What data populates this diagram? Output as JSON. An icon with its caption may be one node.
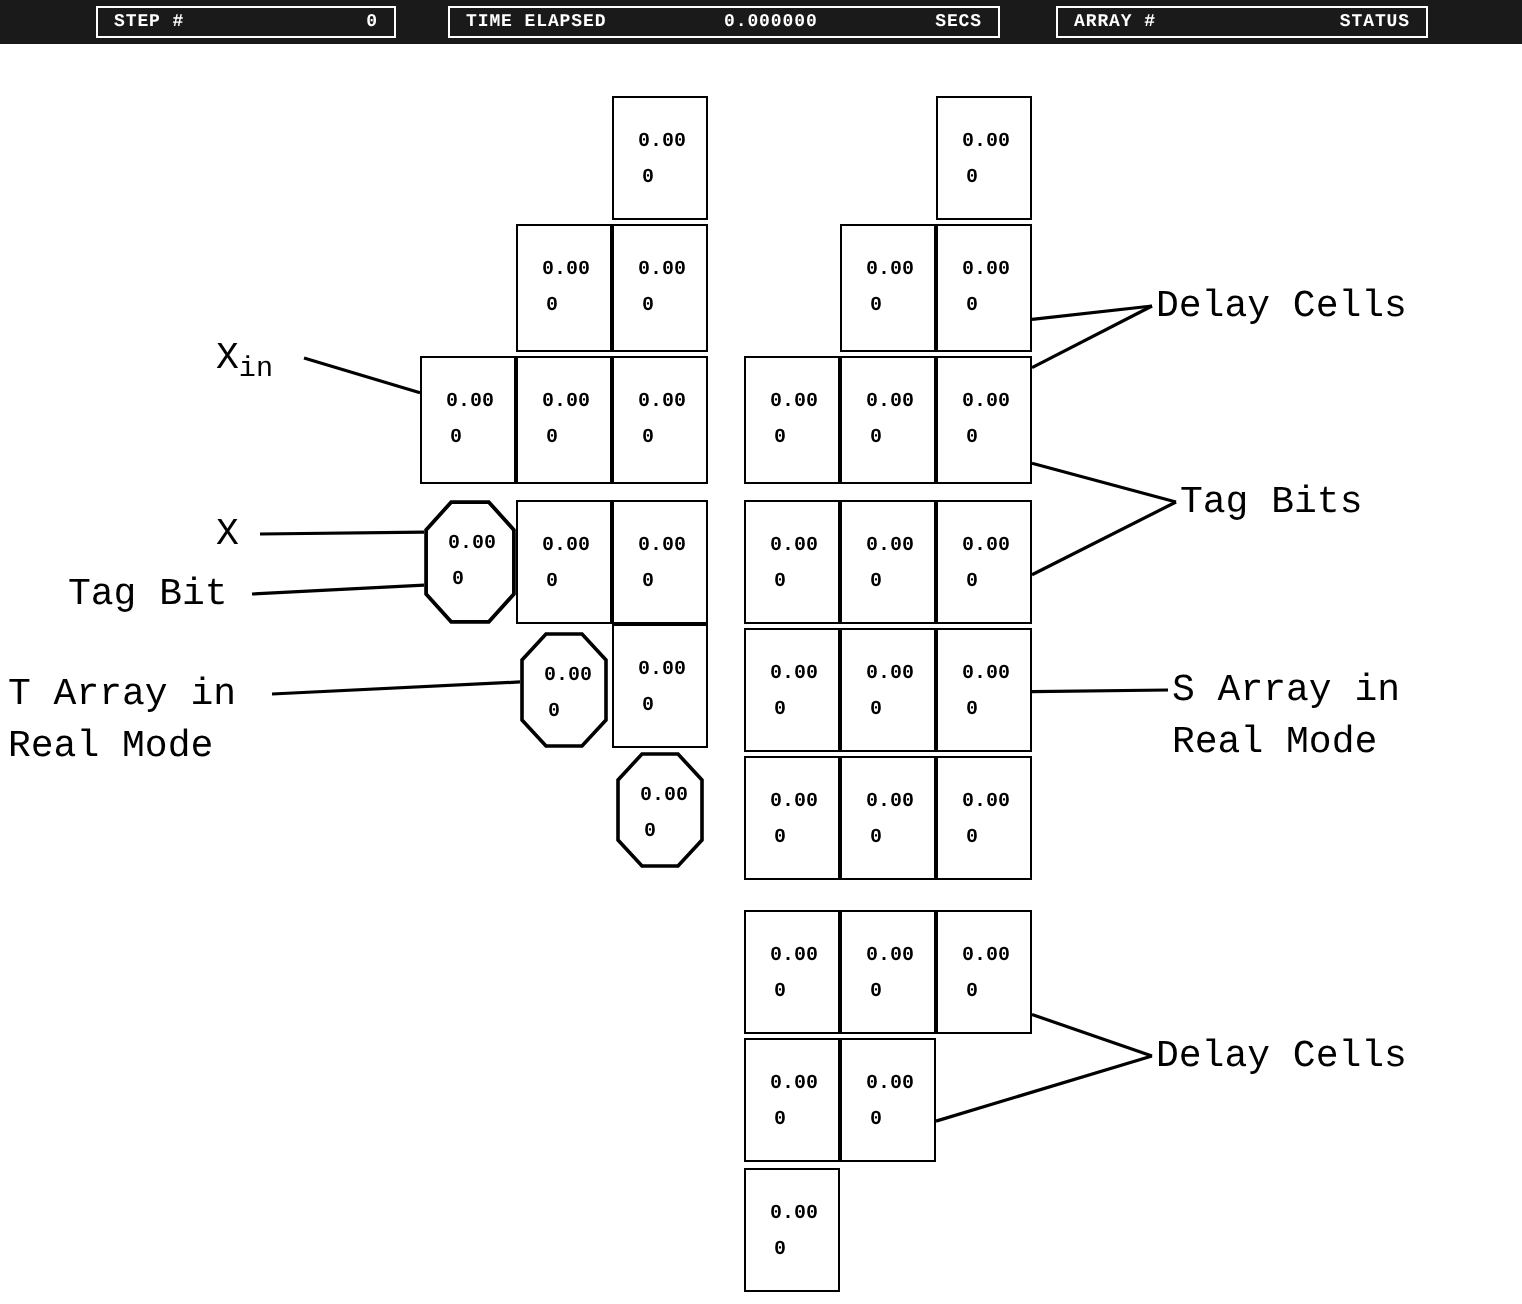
{
  "diagram": {
    "nodes": [
      {
        "text": [
          "STEP #",
          "0"
        ]
      },
      {
        "text": [
          "TIME ELAPSED",
          "0.000000",
          "SECS"
        ]
      },
      {
        "text": [
          "ARRAY #",
          "STATUS"
        ]
      },
      {
        "text": [
          "0.00",
          "0"
        ]
      },
      {
        "text": [
          "0.00",
          "0"
        ]
      },
      {
        "text": [
          "0.00",
          "0"
        ]
      },
      {
        "text": [
          "0.00",
          "0"
        ]
      },
      {
        "text": [
          "0.00",
          "0"
        ]
      },
      {
        "text": [
          "0.00",
          "0"
        ]
      },
      {
        "text": [
          "0.00",
          "0"
        ]
      },
      {
        "text": [
          "0.00",
          "0"
        ]
      },
      {
        "text": [
          "0.00",
          "0"
        ]
      },
      {
        "text": [
          "0.00",
          "0"
        ]
      },
      {
        "text": [
          "0.00",
          "0"
        ]
      },
      {
        "text": [
          "0.00",
          "0"
        ]
      },
      {
        "text": [
          "0.00",
          "0"
        ]
      },
      {
        "text": [
          "0.00",
          "0"
        ]
      },
      {
        "text": [
          "0.00",
          "0"
        ]
      },
      {
        "text": [
          "0.00",
          "0"
        ]
      },
      {
        "text": [
          "0.00",
          "0"
        ]
      },
      {
        "text": [
          "0.00",
          "0"
        ]
      },
      {
        "text": [
          "0.00",
          "0"
        ]
      },
      {
        "text": [
          "0.00",
          "0"
        ]
      },
      {
        "text": [
          "0.00",
          "0"
        ]
      },
      {
        "text": [
          "0.00",
          "0"
        ]
      },
      {
        "text": [
          "0.00",
          "0"
        ]
      },
      {
        "text": [
          "0.00",
          "0"
        ]
      },
      {
        "text": [
          "0.00",
          "0"
        ]
      },
      {
        "text": [
          "0.00",
          "0"
        ]
      },
      {
        "text": [
          "0.00",
          "0"
        ]
      },
      {
        "text": [
          "0.00",
          "0"
        ]
      },
      {
        "text": [
          "0.00",
          "0"
        ]
      },
      {
        "text": [
          "0.00",
          "0"
        ]
      },
      {
        "text": [
          "0.00",
          "0"
        ]
      },
      {
        "text": [
          "0.00",
          "0"
        ]
      },
      {
        "text": [
          "0.00",
          "0"
        ]
      },
      {
        "text": [
          "X$_{in}$"
        ]
      },
      {
        "text": [
          "X"
        ]
      },
      {
        "text": [
          "Tag Bit"
        ]
      },
      {
        "text": [
          "T Array in Real Mode"
        ]
      },
      {
        "text": [
          "Delay Cells"
        ]
      },
      {
        "text": [
          "Tag Bits"
        ]
      },
      {
        "text": [
          "S Array in Real Mode"
        ]
      },
      {
        "text": [
          "Delay Cells"
        ]
      }
    ],
    "edges": [
      {
        "from": 36,
        "to": 6,
        "arrow": "none"
      },
      {
        "from": 37,
        "to": 9,
        "arrow": "none"
      },
      {
        "from": 38,
        "to": 9,
        "arrow": "none"
      },
      {
        "from": 39,
        "to": 12,
        "arrow": "none"
      },
      {
        "from": 40,
        "to": 17,
        "arrow": "none"
      },
      {
        "from": 40,
        "to": 20,
        "arrow": "none"
      },
      {
        "from": 41,
        "to": 20,
        "arrow": "none"
      },
      {
        "from": 41,
        "to": 23,
        "arrow": "none"
      },
      {
        "from": 42,
        "to": 26,
        "arrow": "none"
      },
      {
        "from": 43,
        "to": 32,
        "arrow": "none"
      },
      {
        "from": 43,
        "to": 34,
        "arrow": "none"
      }
    ]
  }
}
